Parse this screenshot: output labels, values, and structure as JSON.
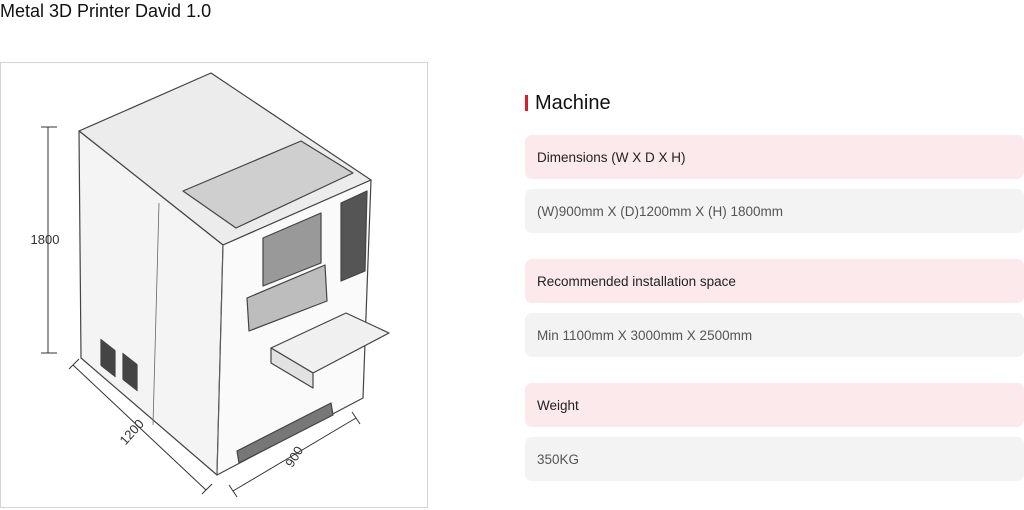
{
  "page": {
    "title": "Metal 3D Printer David 1.0"
  },
  "figure": {
    "dimensions": {
      "height": "1800",
      "depth": "1200",
      "width": "900"
    }
  },
  "spec": {
    "heading": "Machine",
    "rows": [
      {
        "label": "Dimensions (W X D X H)",
        "value": "(W)900mm X (D)1200mm X (H) 1800mm"
      },
      {
        "label": "Recommended installation space",
        "value": "Min 1100mm X 3000mm X 2500mm"
      },
      {
        "label": "Weight",
        "value": "350KG"
      }
    ]
  },
  "colors": {
    "accent": "#d81e2c",
    "label_bg": "#fbe9ec",
    "value_bg": "#f3f3f3"
  }
}
